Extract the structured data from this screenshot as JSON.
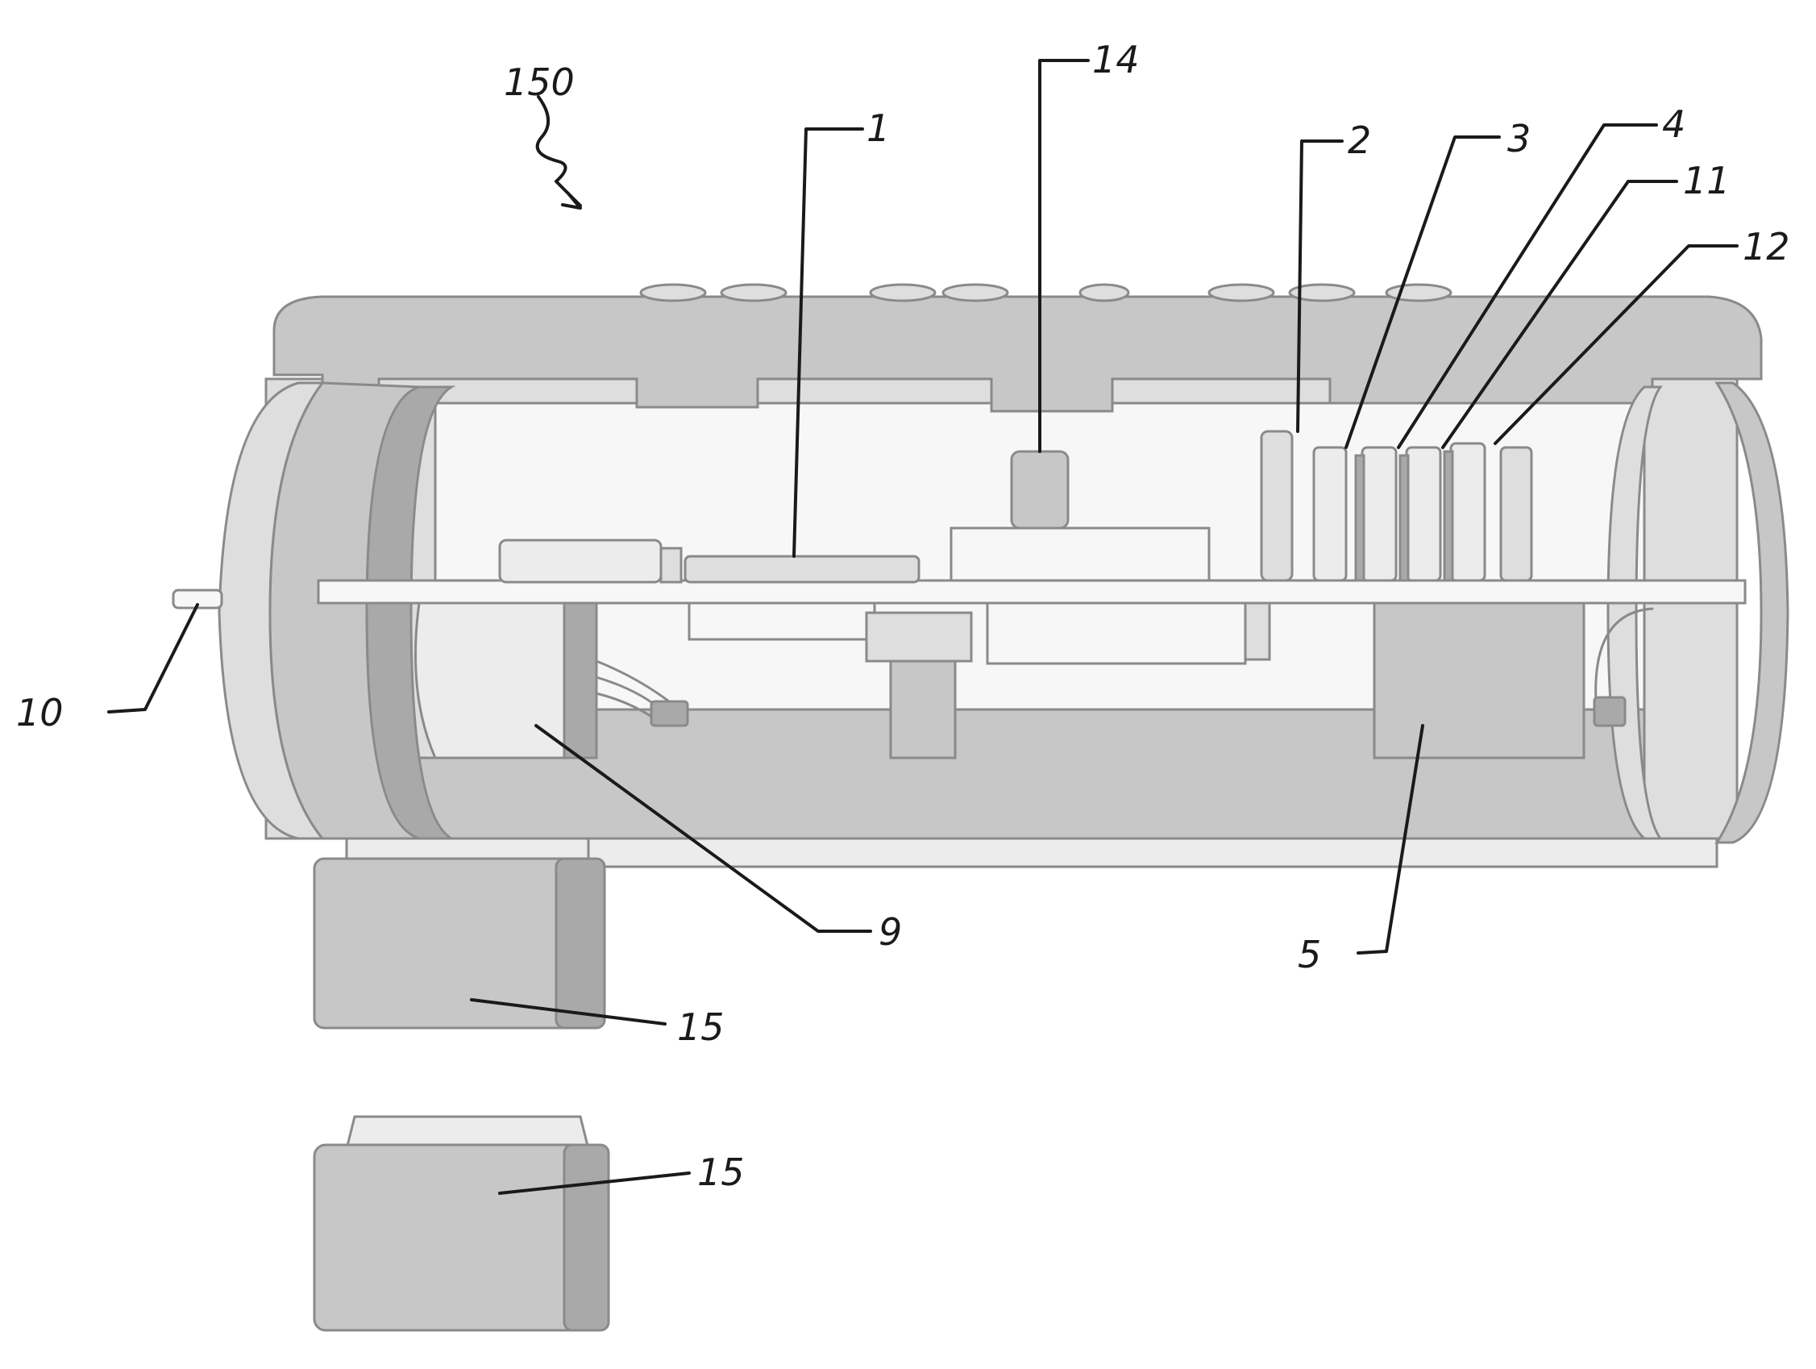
{
  "figure": {
    "labels": {
      "ref_150": "150",
      "ref_14": "14",
      "ref_1": "1",
      "ref_2": "2",
      "ref_3": "3",
      "ref_4": "4",
      "ref_11": "11",
      "ref_12": "12",
      "ref_10": "10",
      "ref_9": "9",
      "ref_5": "5",
      "ref_15_a": "15",
      "ref_15_b": "15"
    }
  },
  "colors": {
    "housing": "#c4c4c4",
    "component_light": "#e2e2e2",
    "line": "#1a1a1a"
  }
}
